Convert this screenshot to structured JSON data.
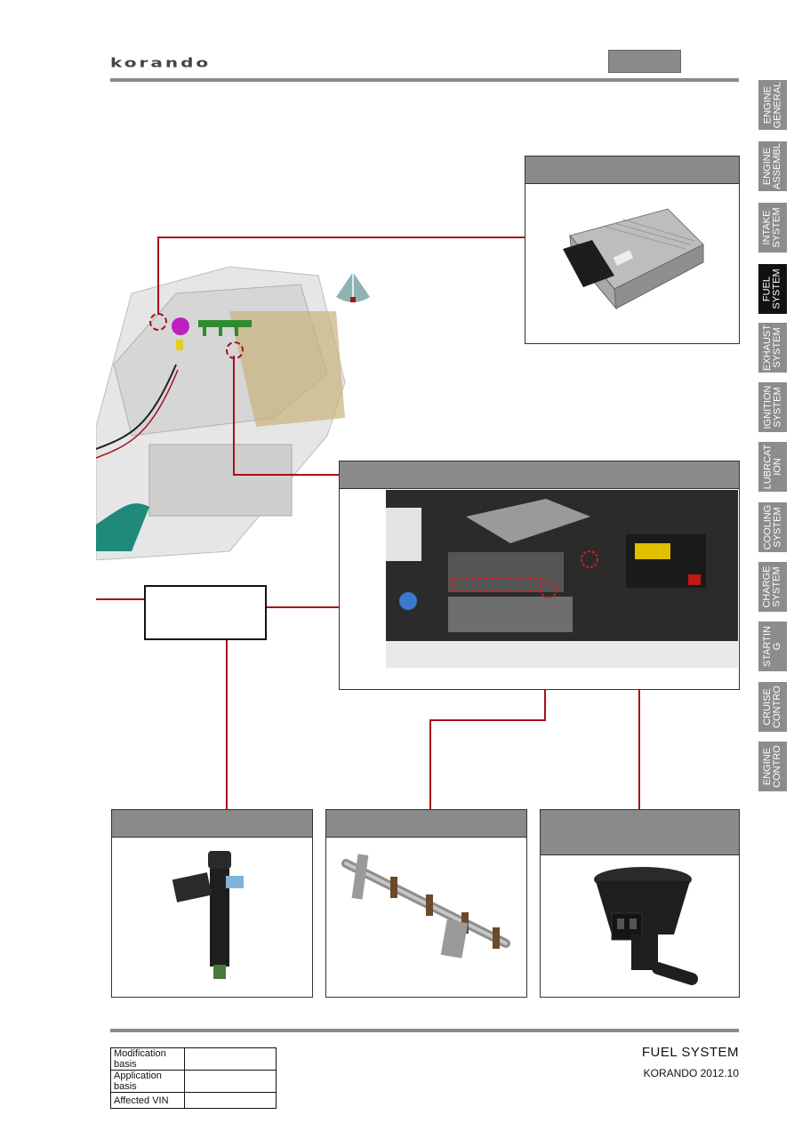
{
  "header": {
    "logo_text": "korando"
  },
  "side_tabs": [
    {
      "label": "ENGINE GENERAL",
      "active": false
    },
    {
      "label": "ENGINE ASSEMBL",
      "active": false
    },
    {
      "label": "INTAKE SYSTEM",
      "active": false
    },
    {
      "label": "FUEL SYSTEM",
      "active": true
    },
    {
      "label": "EXHAUST SYSTEM",
      "active": false
    },
    {
      "label": "IGNITION SYSTEM",
      "active": false
    },
    {
      "label": "LUBRCAT ION",
      "active": false
    },
    {
      "label": "COOLING SYSTEM",
      "active": false
    },
    {
      "label": "CHARGE SYSTEM",
      "active": false
    },
    {
      "label": "STARTIN G",
      "active": false
    },
    {
      "label": "CRUISE CONTRO",
      "active": false
    },
    {
      "label": "ENGINE CONTRO",
      "active": false
    }
  ],
  "footer": {
    "section_title": "FUEL SYSTEM",
    "model_date": "KORANDO 2012.10",
    "table": [
      {
        "label": "Modification basis",
        "value": ""
      },
      {
        "label": "Application basis",
        "value": ""
      },
      {
        "label": "Affected VIN",
        "value": ""
      }
    ]
  },
  "colors": {
    "accent_line": "#a8101a",
    "header_bar": "#8a8a8a",
    "active_tab": "#111111",
    "tab": "#8c8c8c"
  }
}
